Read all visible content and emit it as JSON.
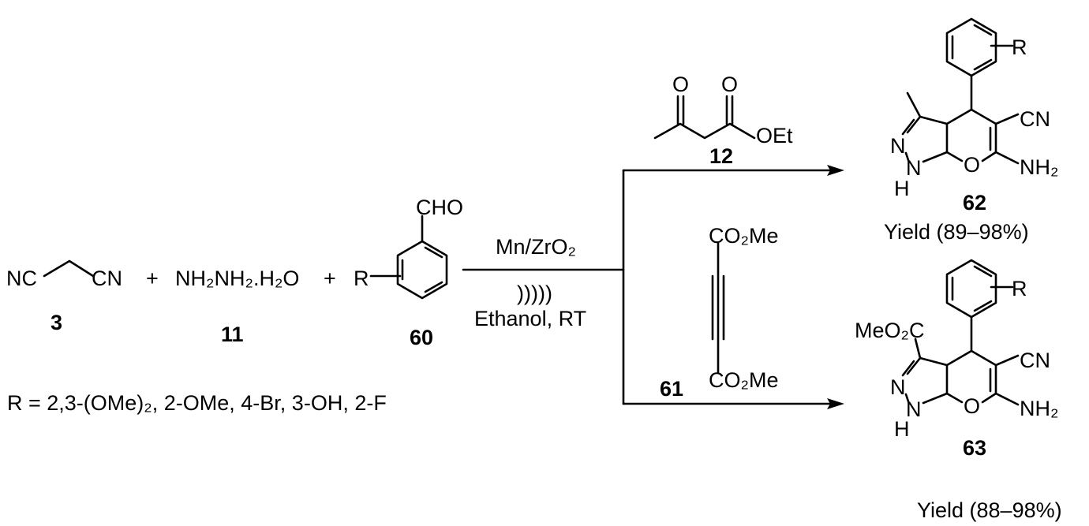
{
  "reactants": {
    "malononitrile": {
      "left_group": "NC",
      "right_group": "CN",
      "label": "3"
    },
    "plus1": "+",
    "hydrazine": {
      "formula": "NH₂NH₂.H₂O",
      "label": "11"
    },
    "plus2": "+",
    "aldehyde": {
      "substituent": "R",
      "group": "CHO",
      "label": "60"
    }
  },
  "conditions": {
    "catalyst": "Mn/ZrO₂",
    "ultrasound": ")))))",
    "solvent": "Ethanol, RT"
  },
  "r_definition": "R = 2,3-(OMe)₂, 2-OMe, 4-Br, 3-OH, 2-F",
  "reagent_12": {
    "o1": "O",
    "o2": "O",
    "oet": "OEt",
    "label": "12"
  },
  "reagent_61": {
    "top": "CO₂Me",
    "bottom": "CO₂Me",
    "label": "61"
  },
  "product_62": {
    "r": "R",
    "cn": "CN",
    "n1": "N",
    "nh": "N",
    "h": "H",
    "o": "O",
    "nh2": "NH₂",
    "label": "62",
    "yield": "Yield (89–98%)"
  },
  "product_63": {
    "ester": "MeO₂C",
    "r": "R",
    "cn": "CN",
    "n1": "N",
    "nh": "N",
    "h": "H",
    "o": "O",
    "nh2": "NH₂",
    "label": "63",
    "yield": "Yield (88–98%)"
  }
}
